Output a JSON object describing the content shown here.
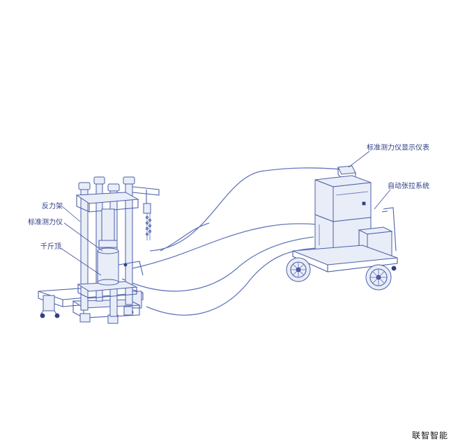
{
  "labels": {
    "reaction_frame": "反力架",
    "standard_dynamometer": "标准测力仪",
    "jack": "千斤顶",
    "dynamometer_display": "标准测力仪显示仪表",
    "auto_tension_system": "自动张拉系统"
  },
  "brand": "联智智能",
  "colors": {
    "line": "#4b5fa8",
    "label": "#2c3b7f",
    "background": "#ffffff"
  }
}
